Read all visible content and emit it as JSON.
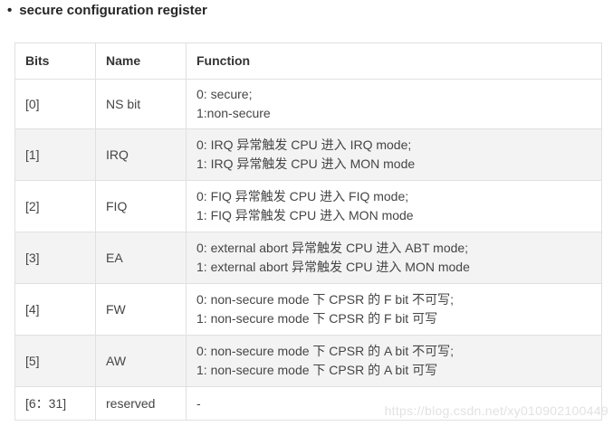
{
  "page": {
    "heading": "secure configuration register",
    "bullet": "•",
    "watermark": "https://blog.csdn.net/xy010902100449"
  },
  "colors": {
    "alt_row_bg": "#f3f3f3",
    "border": "#e0e0e0",
    "text": "#454545",
    "header_text": "#333333",
    "watermark": "#e2e2e2"
  },
  "table": {
    "columns": [
      "Bits",
      "Name",
      "Function"
    ],
    "rows": [
      {
        "bits": "[0]",
        "name": "NS bit",
        "function_lines": [
          "0: secure;",
          "1:non-secure"
        ]
      },
      {
        "bits": "[1]",
        "name": "IRQ",
        "function_lines": [
          "0: IRQ 异常触发 CPU 进入 IRQ mode;",
          "1: IRQ 异常触发 CPU 进入 MON mode"
        ]
      },
      {
        "bits": "[2]",
        "name": "FIQ",
        "function_lines": [
          "0: FIQ 异常触发 CPU 进入 FIQ mode;",
          "1: FIQ 异常触发 CPU 进入 MON mode"
        ]
      },
      {
        "bits": "[3]",
        "name": "EA",
        "function_lines": [
          "0: external abort 异常触发 CPU 进入 ABT mode;",
          "1: external abort 异常触发 CPU 进入 MON mode"
        ]
      },
      {
        "bits": "[4]",
        "name": "FW",
        "function_lines": [
          "0: non-secure mode 下 CPSR 的 F bit 不可写;",
          "1: non-secure mode 下 CPSR 的 F bit 可写"
        ]
      },
      {
        "bits": "[5]",
        "name": "AW",
        "function_lines": [
          "0: non-secure mode 下 CPSR 的 A bit 不可写;",
          "1: non-secure mode 下 CPSR 的 A bit 可写"
        ]
      },
      {
        "bits": "[6：31]",
        "name": "reserved",
        "function_lines": [
          "-"
        ]
      }
    ]
  }
}
